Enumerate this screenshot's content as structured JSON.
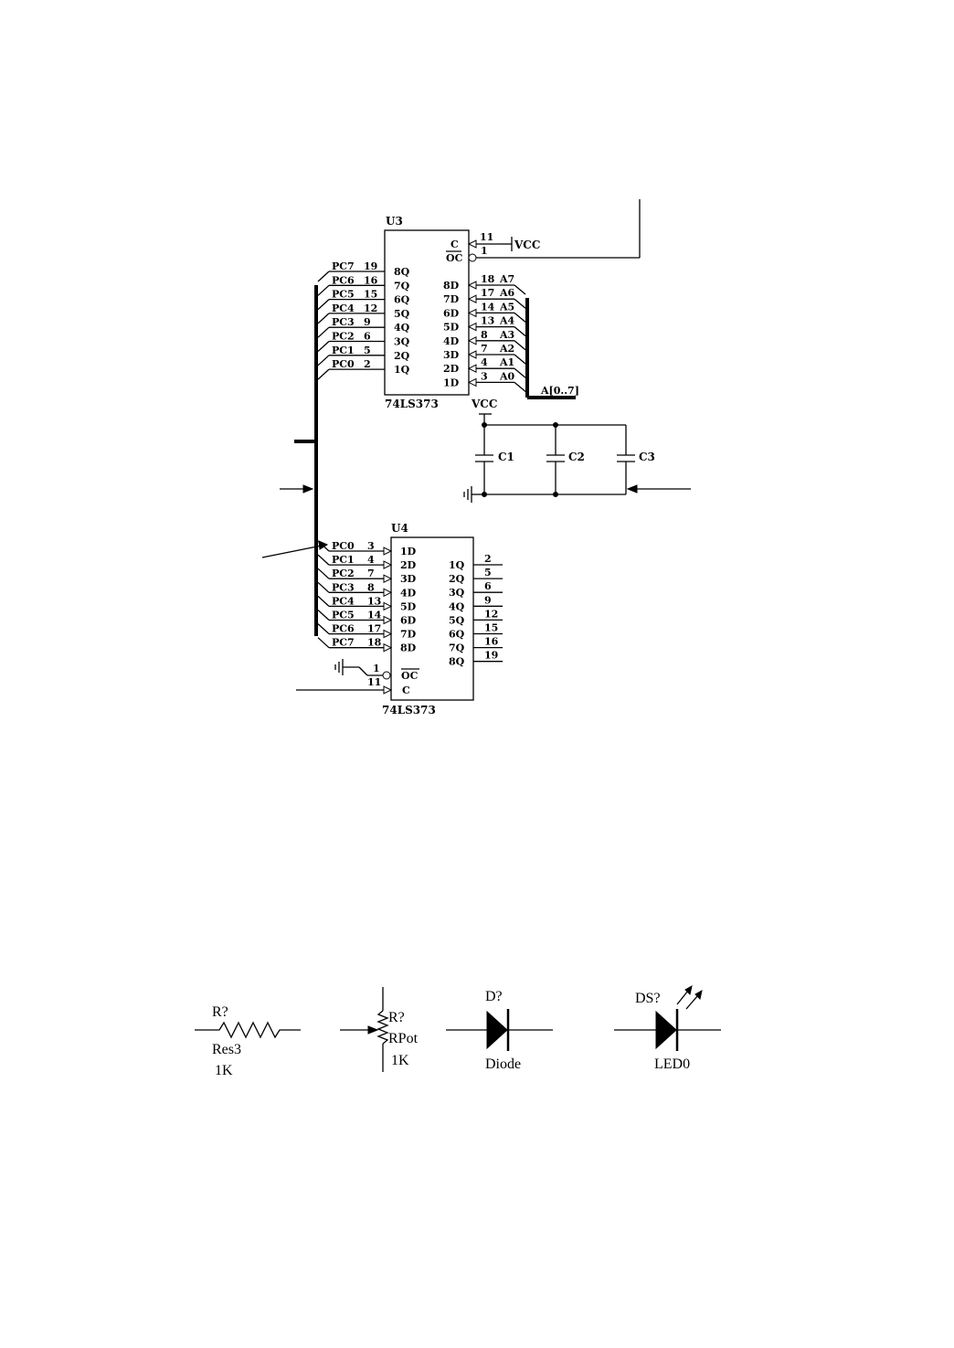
{
  "u3": {
    "ref": "U3",
    "part": "74LS373",
    "top_pins": [
      {
        "name": "C",
        "num": "11"
      },
      {
        "name": "OC",
        "num": "1"
      }
    ],
    "vcc": "VCC",
    "q_rows": [
      {
        "net": "PC7",
        "num": "19",
        "name": "8Q"
      },
      {
        "net": "PC6",
        "num": "16",
        "name": "7Q"
      },
      {
        "net": "PC5",
        "num": "15",
        "name": "6Q"
      },
      {
        "net": "PC4",
        "num": "12",
        "name": "5Q"
      },
      {
        "net": "PC3",
        "num": "9",
        "name": "4Q"
      },
      {
        "net": "PC2",
        "num": "6",
        "name": "3Q"
      },
      {
        "net": "PC1",
        "num": "5",
        "name": "2Q"
      },
      {
        "net": "PC0",
        "num": "2",
        "name": "1Q"
      }
    ],
    "d_rows": [
      {
        "name": "8D",
        "num": "18",
        "net": "A7"
      },
      {
        "name": "7D",
        "num": "17",
        "net": "A6"
      },
      {
        "name": "6D",
        "num": "14",
        "net": "A5"
      },
      {
        "name": "5D",
        "num": "13",
        "net": "A4"
      },
      {
        "name": "4D",
        "num": "8",
        "net": "A3"
      },
      {
        "name": "3D",
        "num": "7",
        "net": "A2"
      },
      {
        "name": "2D",
        "num": "4",
        "net": "A1"
      },
      {
        "name": "1D",
        "num": "3",
        "net": "A0"
      }
    ],
    "bus_label": "A[0..7]"
  },
  "caps": {
    "vcc": "VCC",
    "labels": [
      "C1",
      "C2",
      "C3"
    ]
  },
  "u4": {
    "ref": "U4",
    "part": "74LS373",
    "d_rows": [
      {
        "net": "PC0",
        "num": "3",
        "name": "1D"
      },
      {
        "net": "PC1",
        "num": "4",
        "name": "2D"
      },
      {
        "net": "PC2",
        "num": "7",
        "name": "3D"
      },
      {
        "net": "PC3",
        "num": "8",
        "name": "4D"
      },
      {
        "net": "PC4",
        "num": "13",
        "name": "5D"
      },
      {
        "net": "PC5",
        "num": "14",
        "name": "6D"
      },
      {
        "net": "PC6",
        "num": "17",
        "name": "7D"
      },
      {
        "net": "PC7",
        "num": "18",
        "name": "8D"
      }
    ],
    "q_rows": [
      {
        "name": "1Q",
        "num": "2"
      },
      {
        "name": "2Q",
        "num": "5"
      },
      {
        "name": "3Q",
        "num": "6"
      },
      {
        "name": "4Q",
        "num": "9"
      },
      {
        "name": "5Q",
        "num": "12"
      },
      {
        "name": "6Q",
        "num": "15"
      },
      {
        "name": "7Q",
        "num": "16"
      },
      {
        "name": "8Q",
        "num": "19"
      }
    ],
    "oc": {
      "name": "OC",
      "num": "1"
    },
    "c": {
      "name": "C",
      "num": "11"
    }
  },
  "symbols": {
    "resistor": {
      "ref": "R?",
      "part": "Res3",
      "value": "1K"
    },
    "pot": {
      "ref": "R?",
      "part": "RPot",
      "value": "1K"
    },
    "diode": {
      "ref": "D?",
      "part": "Diode"
    },
    "led": {
      "ref": "DS?",
      "part": "LED0"
    }
  }
}
